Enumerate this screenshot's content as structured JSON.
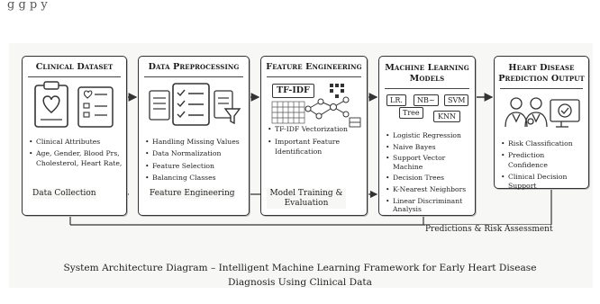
{
  "top_caption": "g g p y",
  "stages": [
    {
      "title": "Clinical Dataset",
      "bullets": [
        "Clinical Attributes",
        "Age, Gender, Blood Prs, Cholesterol, Heart Rate,"
      ]
    },
    {
      "title": "Data Preprocessing",
      "bullets": [
        "Handling Missing Values",
        "Data Normalization",
        "Feature Selection",
        "Balancing Classes"
      ]
    },
    {
      "title": "Feature Engineering",
      "tag": "TF-IDF",
      "bullets": [
        "TF-IDF Vectorization",
        "Important Feature Identification"
      ]
    },
    {
      "title_line1": "Machine Learning",
      "title_line2": "Models",
      "model_tags": [
        "LR.",
        "NB~",
        "SVM",
        "Tree",
        "KNN"
      ],
      "bullets": [
        "Logistic Regression",
        "Naive Bayes",
        "Support Vector Machine",
        "Decision Trees",
        "K-Nearest Neighbors",
        "Linear Discriminant Analysis"
      ]
    },
    {
      "title_line1": "Heart Disease",
      "title_line2": "Prediction Output",
      "bullets": [
        "Risk Classification",
        "Prediction Confidence",
        "Clinical Decision Support"
      ]
    }
  ],
  "flow_labels": {
    "data_collection": "Data Collection",
    "feature_engineering": "Feature Engineering",
    "model_training": "Model Training & Evaluation",
    "predictions": "Predictions & Risk Assessment"
  },
  "caption_line1": "System Architecture Diagram – Intelligent Machine Learning Framework for Early Heart Disease",
  "caption_line2": "Diagnosis Using Clinical Data",
  "colors": {
    "stroke": "#333333",
    "background": "#f7f7f5"
  }
}
